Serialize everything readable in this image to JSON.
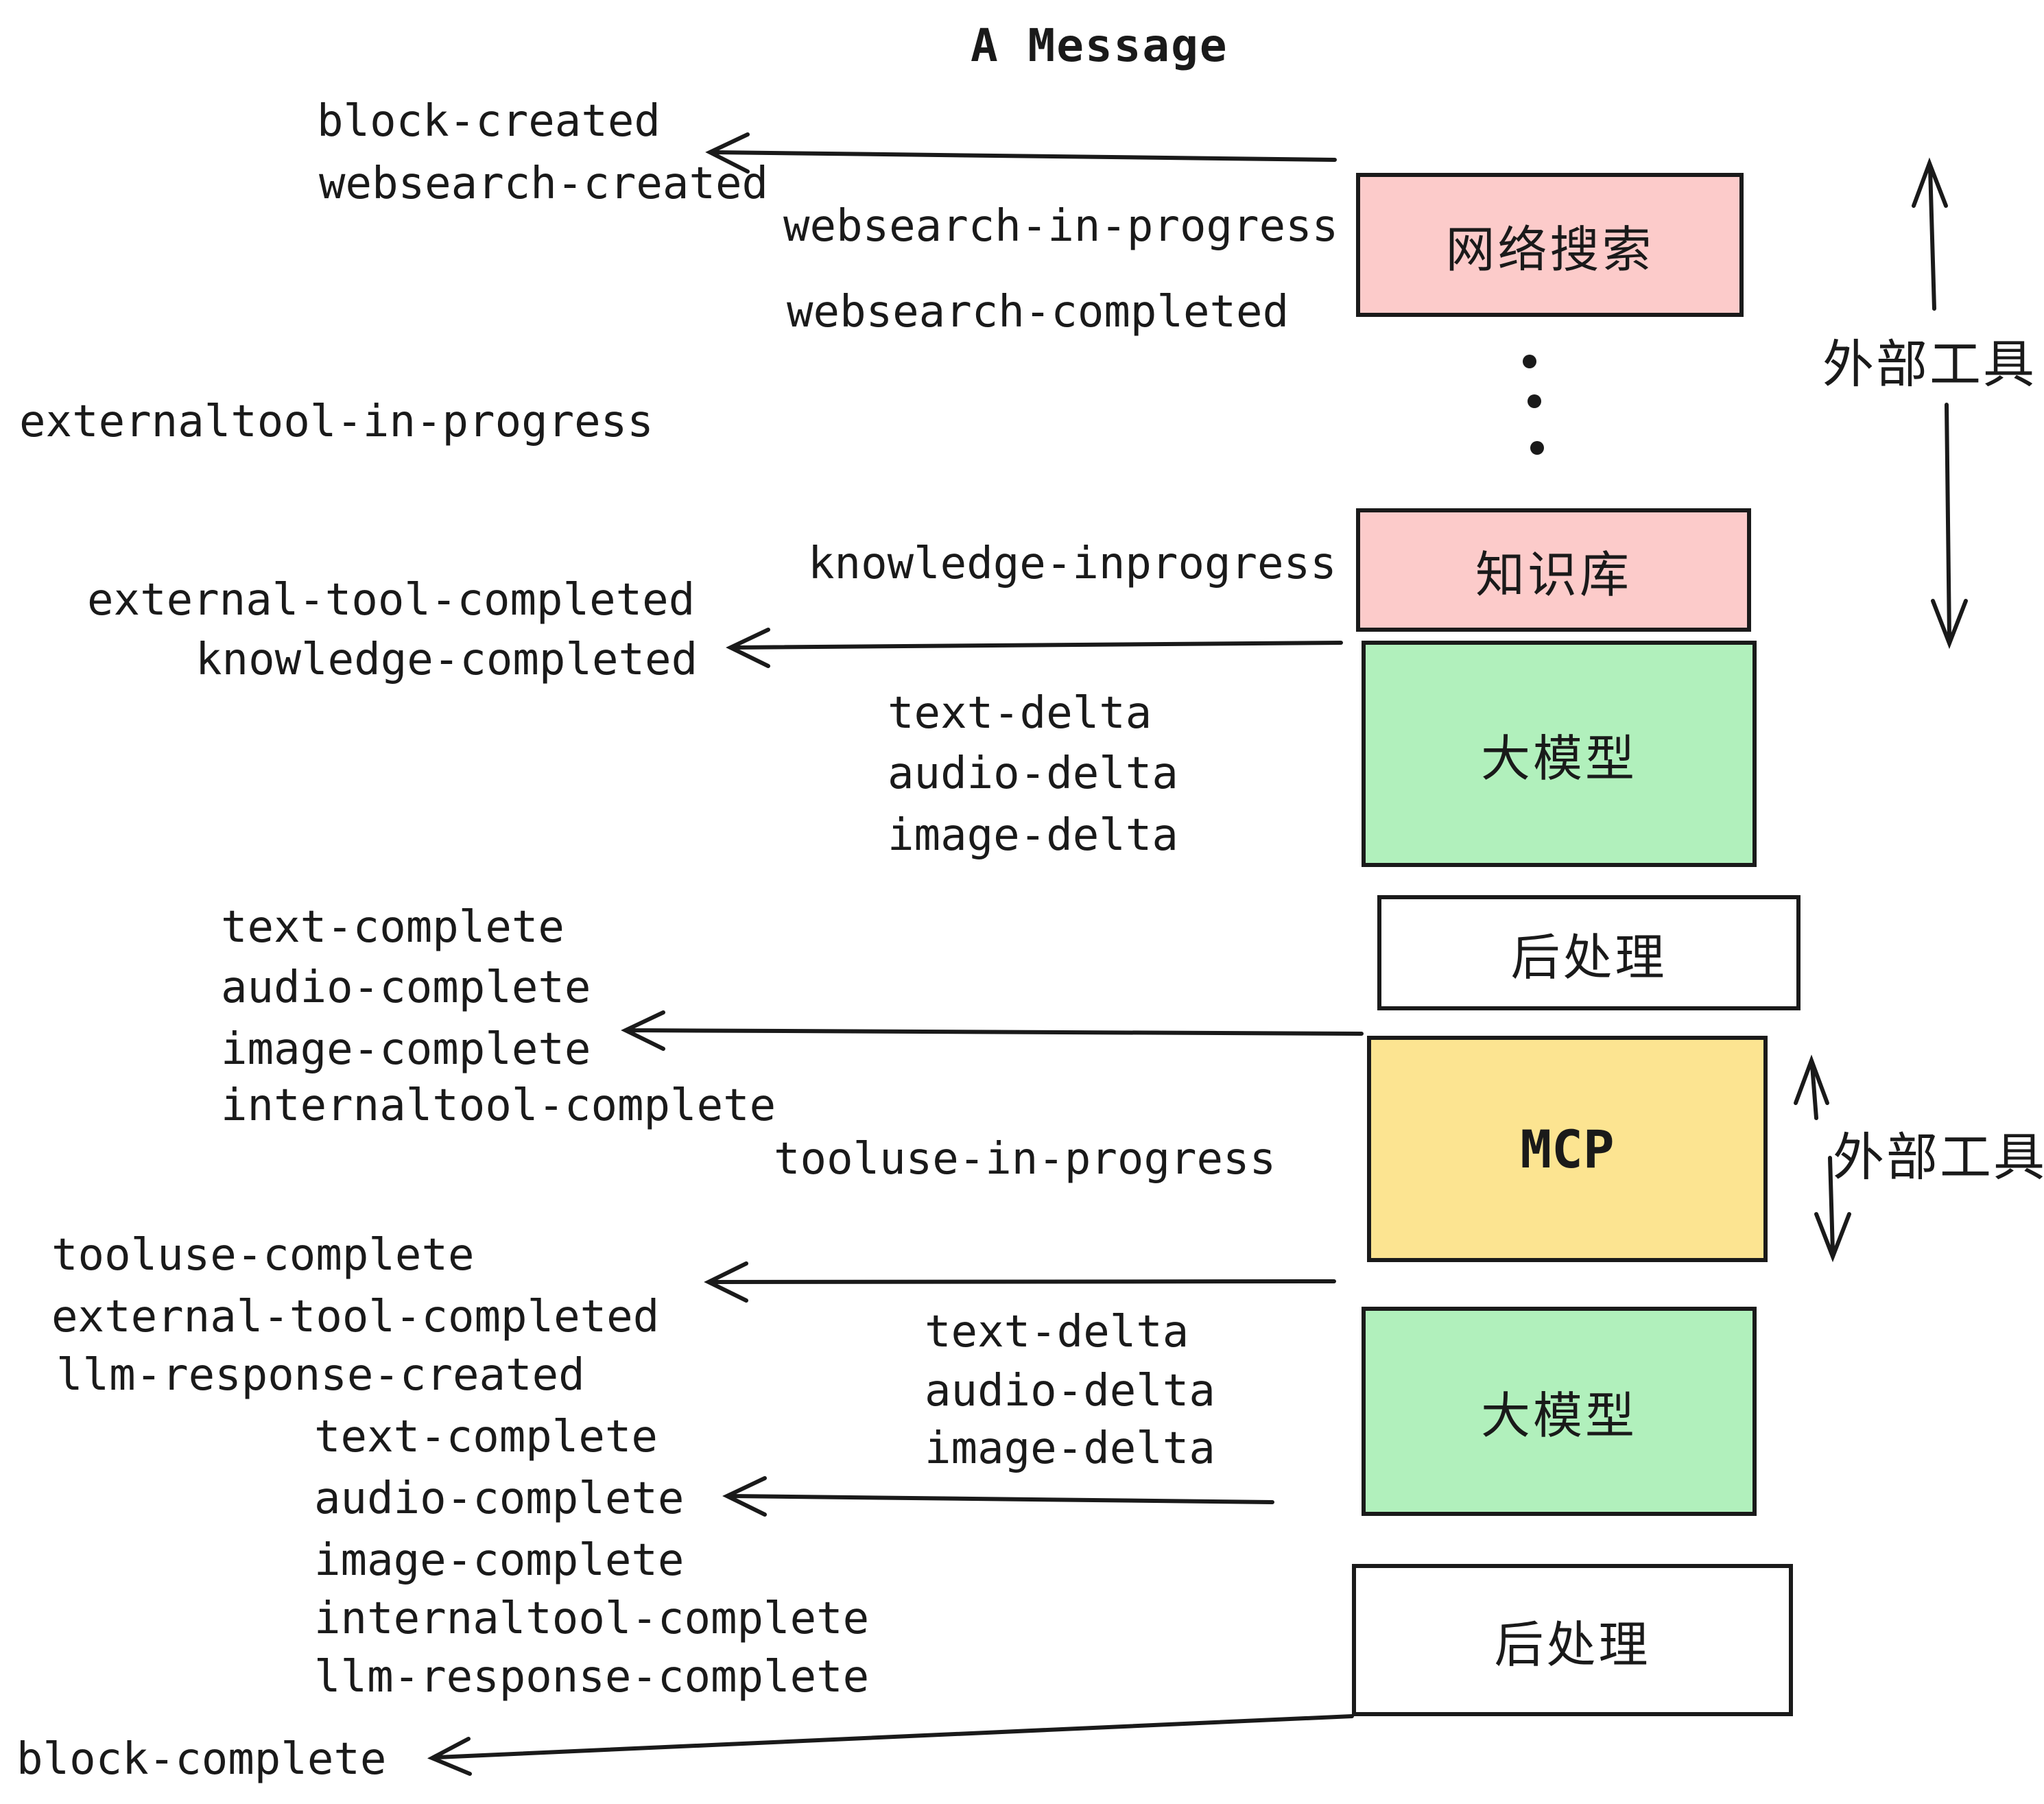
{
  "title": "A Message",
  "events": [
    {
      "text": "block-created"
    },
    {
      "text": "websearch-created"
    },
    {
      "text": "websearch-in-progress"
    },
    {
      "text": "websearch-completed"
    },
    {
      "text": "externaltool-in-progress"
    },
    {
      "text": "knowledge-inprogress"
    },
    {
      "text": "external-tool-completed"
    },
    {
      "text": "knowledge-completed"
    },
    {
      "text": "text-delta"
    },
    {
      "text": "audio-delta"
    },
    {
      "text": "image-delta"
    },
    {
      "text": "text-complete"
    },
    {
      "text": "audio-complete"
    },
    {
      "text": "image-complete"
    },
    {
      "text": "internaltool-complete"
    },
    {
      "text": "tooluse-in-progress"
    },
    {
      "text": "tooluse-complete"
    },
    {
      "text": "external-tool-completed"
    },
    {
      "text": "llm-response-created"
    },
    {
      "text": "text-delta"
    },
    {
      "text": "audio-delta"
    },
    {
      "text": "image-delta"
    },
    {
      "text": "text-complete"
    },
    {
      "text": "audio-complete"
    },
    {
      "text": "image-complete"
    },
    {
      "text": "internaltool-complete"
    },
    {
      "text": "llm-response-complete"
    },
    {
      "text": "block-complete"
    }
  ],
  "boxes": [
    {
      "label": "网络搜索",
      "color": "#fccbca"
    },
    {
      "label": "知识库",
      "color": "#fccbca"
    },
    {
      "label": "大模型",
      "color": "#b1f0bc"
    },
    {
      "label": "后处理",
      "color": "#ffffff"
    },
    {
      "label": "MCP",
      "color": "#fce491"
    },
    {
      "label": "大模型",
      "color": "#b1f0bc"
    },
    {
      "label": "后处理",
      "color": "#ffffff"
    }
  ],
  "side_labels": [
    {
      "text": "外部工具"
    },
    {
      "text": "外部工具"
    }
  ],
  "colors": {
    "text": "#1a1a1a",
    "border": "#1a1a1a",
    "pink": "#fccbca",
    "green": "#b1f0bc",
    "yellow": "#fce491",
    "white": "#ffffff"
  }
}
